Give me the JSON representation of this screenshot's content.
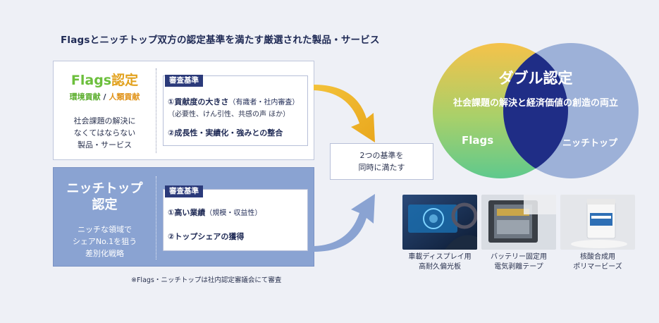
{
  "title": "Flagsとニッチトップ双方の認定基準を満たす厳選された製品・サービス",
  "flags": {
    "title_main": "Flags",
    "title_suffix": "認定",
    "tag1": "環境貢献",
    "tag_sep": "/",
    "tag2": "人類貢献",
    "desc_lines": [
      "社会課題の解決に",
      "なくてはならない",
      "製品・サービス"
    ],
    "criteria_label": "審査基準",
    "criteria1_main": "①貢献度の大きさ",
    "criteria1_sub": "（有識者・社内審査）",
    "criteria1_detail": "（必要性、けん引性、共感の声 ほか）",
    "criteria2": "②成長性・実績化・強みとの整合"
  },
  "niche": {
    "title_lines": [
      "ニッチトップ",
      "認定"
    ],
    "desc_lines": [
      "ニッチな領域で",
      "シェアNo.1を狙う",
      "差別化戦略"
    ],
    "criteria_label": "審査基準",
    "criteria1_main": "①高い業績",
    "criteria1_sub": "（規模・収益性）",
    "criteria2": "②トップシェアの獲得"
  },
  "note": "※Flags・ニッチトップは社内認定審議会にて審査",
  "middle": {
    "lines": [
      "2つの基準を",
      "同時に満たす"
    ]
  },
  "venn": {
    "title": "ダブル認定",
    "subtitle": "社会課題の解決と経済価値の創造の両立",
    "left_label": "Flags",
    "right_label": "ニッチトップ"
  },
  "products": [
    {
      "label_lines": [
        "車載ディスプレイ用",
        "高耐久偏光板"
      ]
    },
    {
      "label_lines": [
        "バッテリー固定用",
        "電気剥離テープ"
      ]
    },
    {
      "label_lines": [
        "核酸合成用",
        "ポリマービーズ"
      ]
    }
  ],
  "colors": {
    "navy": "#2b3a7a",
    "niche_blue": "#8aa3d2",
    "flags_green": "#6cbf3c",
    "flags_yellow": "#e2a21f",
    "venn_center": "#1f2d86"
  }
}
